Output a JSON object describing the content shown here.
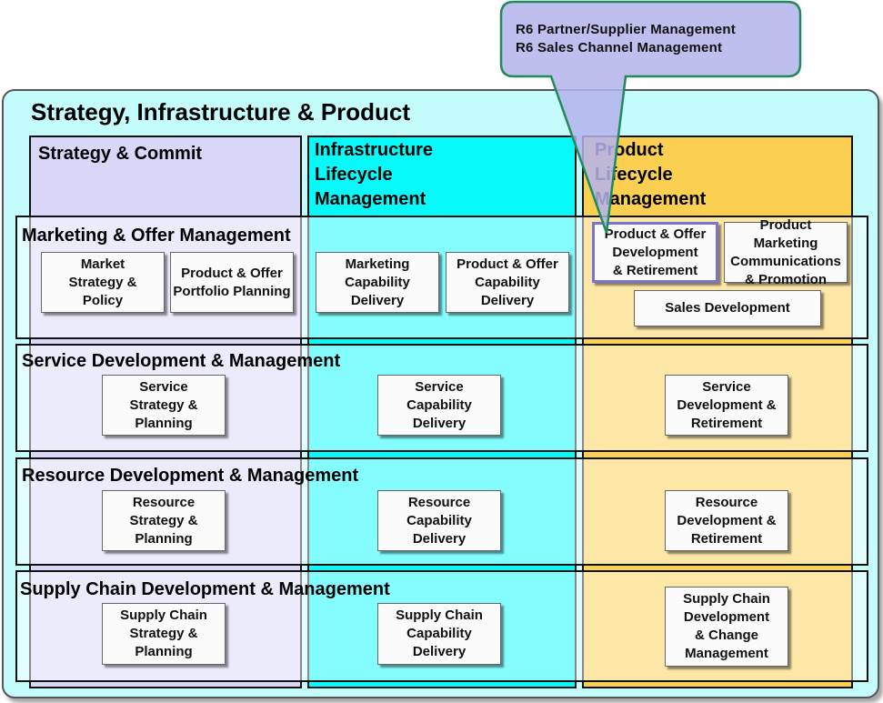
{
  "title": "Strategy, Infrastructure & Product",
  "columns": {
    "strategy": "Strategy & Commit",
    "infrastructure": [
      "Infrastructure",
      "Lifecycle",
      "Management"
    ],
    "product": [
      "Product",
      "Lifecycle",
      "Management"
    ]
  },
  "rows": {
    "marketing": "Marketing & Offer Management",
    "service": "Service Development & Management",
    "resource": "Resource Development & Management",
    "supply": "Supply Chain Development & Management"
  },
  "boxes": {
    "market_strategy": [
      "Market",
      "Strategy &",
      "Policy"
    ],
    "portfolio_planning": [
      "Product & Offer",
      "Portfolio Planning"
    ],
    "marketing_capability": [
      "Marketing",
      "Capability",
      "Delivery"
    ],
    "offer_capability": [
      "Product & Offer",
      "Capability Delivery"
    ],
    "offer_development": [
      "Product & Offer",
      "Development",
      "& Retirement"
    ],
    "marketing_communications": [
      "Product Marketing",
      "Communications",
      "& Promotion"
    ],
    "sales_development": [
      "Sales Development"
    ],
    "service_strategy": [
      "Service",
      "Strategy &",
      "Planning"
    ],
    "service_capability": [
      "Service",
      "Capability",
      "Delivery"
    ],
    "service_development": [
      "Service",
      "Development &",
      "Retirement"
    ],
    "resource_strategy": [
      "Resource",
      "Strategy &",
      "Planning"
    ],
    "resource_capability": [
      "Resource",
      "Capability",
      "Delivery"
    ],
    "resource_development": [
      "Resource",
      "Development &",
      "Retirement"
    ],
    "supply_strategy": [
      "Supply Chain",
      "Strategy &",
      "Planning"
    ],
    "supply_capability": [
      "Supply Chain",
      "Capability",
      "Delivery"
    ],
    "supply_development": [
      "Supply Chain",
      "Development",
      "& Change",
      "Management"
    ]
  },
  "callout": {
    "lines": [
      "R6 Partner/Supplier Management",
      "R6 Sales Channel Management"
    ]
  },
  "colors": {
    "outer_fill": "#c4fbfb",
    "strategy_fill": "#d8d7f7",
    "infrastructure_fill": "#06fafa",
    "product_fill": "#fbcf4f",
    "callout_fill": "#b3b3ec",
    "callout_border": "#1f8a5a",
    "highlight_border": "#7a73d2"
  }
}
